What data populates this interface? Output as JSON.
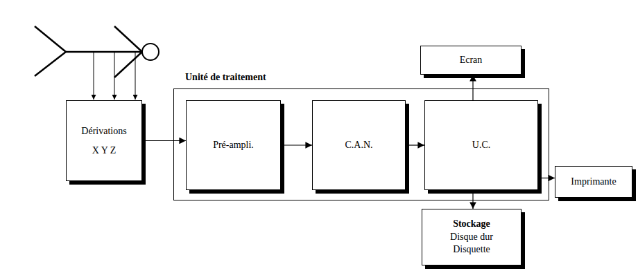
{
  "diagram": {
    "nodes": [
      {
        "text": [
          "Dérivations X Y Z"
        ]
      },
      {
        "text": [
          "Unité de traitement"
        ]
      },
      {
        "text": [
          "Pré-ampli."
        ],
        "in": 1
      },
      {
        "text": [
          "C.A.N."
        ],
        "in": 1
      },
      {
        "text": [
          "U.C."
        ],
        "in": 1
      },
      {
        "text": [
          "Ecran"
        ]
      },
      {
        "text": [
          "Imprimante"
        ]
      },
      {
        "text": [
          "Stockage",
          "Disque dur Disquette"
        ]
      }
    ],
    "edges": [
      {
        "from": 0,
        "to": 2,
        "arrow": "to"
      },
      {
        "from": 2,
        "to": 3,
        "arrow": "to"
      },
      {
        "from": 3,
        "to": 4,
        "arrow": "to"
      },
      {
        "from": 4,
        "to": 5,
        "arrow": "to"
      },
      {
        "from": 4,
        "to": 6,
        "arrow": "to"
      },
      {
        "from": 4,
        "to": 7,
        "arrow": "to"
      }
    ]
  }
}
